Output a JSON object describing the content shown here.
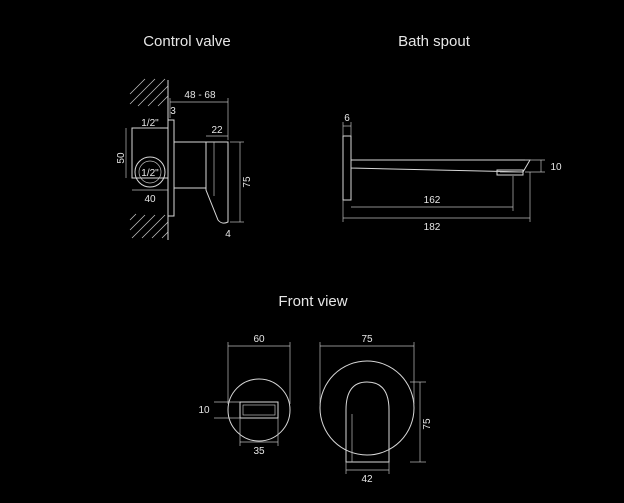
{
  "titles": {
    "control_valve": "Control valve",
    "bath_spout": "Bath spout",
    "front_view": "Front view"
  },
  "control_valve": {
    "dim_48_68": "48 - 68",
    "dim_3": "3",
    "dim_1_2_top": "1/2\"",
    "dim_22": "22",
    "dim_50": "50",
    "dim_1_2_circle": "1/2\"",
    "dim_75": "75",
    "dim_40": "40",
    "dim_4": "4"
  },
  "bath_spout": {
    "dim_6": "6",
    "dim_10": "10",
    "dim_162": "162",
    "dim_182": "182"
  },
  "front_view": {
    "dim_60": "60",
    "dim_75_top": "75",
    "dim_10": "10",
    "dim_75_side": "75",
    "dim_35": "35",
    "dim_42": "42"
  }
}
